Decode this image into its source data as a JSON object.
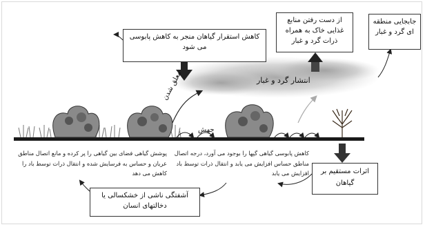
{
  "boxes": {
    "top_center": "کاهش استقرار گیاهان منجر به کاهش پابوسی می شود",
    "top_right_middle": "از دست رفتن منابع غذایی خاک به همراه ذرات گرد و غبار",
    "top_right": "جابجایی منطقه ای گرد و غبار",
    "bottom_right": "اثرات مستقیم بر گیاهان",
    "bottom_center": "آشفتگی ناشی از خشکسالی یا دخالتهای انسان"
  },
  "labels": {
    "dust_spread": "انتشار گرد و غبار",
    "suspension": "معلق شدن",
    "jump": "جهش"
  },
  "paragraphs": {
    "left": "پوشش گیاهی فضای بین گیاهی را پر کرده و مانع اتصال مناطق عریان و حساس به فرسایش شده و انتقال ذرات توسط باد را کاهش می دهد",
    "right": "کاهش پابوسی گیاهی گپها را بوجود می آورد، درجه اتصال مناطق حساس افزایش می یابد و انتقال ذرات توسط باد افزایش می یابد"
  }
}
